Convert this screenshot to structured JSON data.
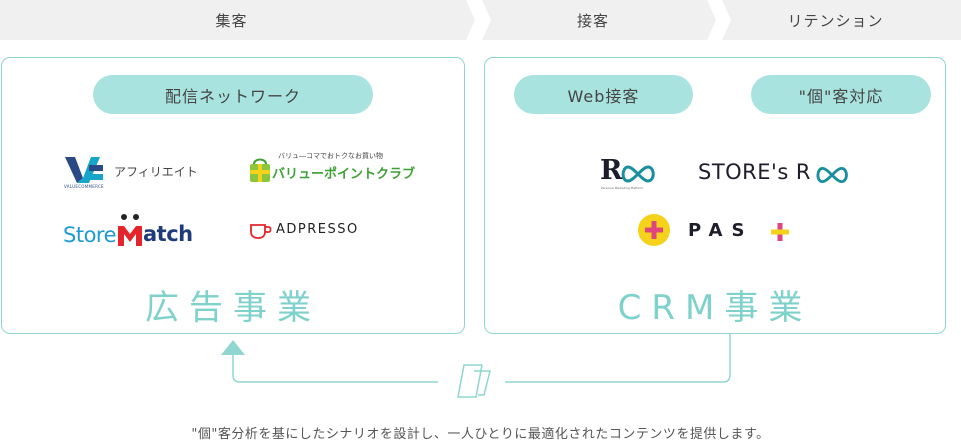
{
  "steps": [
    "集客",
    "接客",
    "リテンション"
  ],
  "ad_panel": {
    "category": "配信ネットワーク",
    "title": "広告事業",
    "logos": {
      "valuecommerce": {
        "mark_text": "VALUECOMMERCE",
        "text": "アフィリエイト"
      },
      "valuepoint": {
        "tagline": "バリュ―コマでおトクなお買い物",
        "text": "バリューポイントクラブ"
      },
      "storematch": {
        "text_a": "Store",
        "text_b": "atch"
      },
      "adpresso": {
        "text": "ADPRESSO"
      }
    }
  },
  "crm_panel": {
    "categories": [
      "Web接客",
      "\"個\"客対応"
    ],
    "title": "CRM事業",
    "logos": {
      "roo": {
        "text": "R",
        "sub": "Personal Marketing Platform"
      },
      "stores_roo": {
        "text": "STORE's R"
      },
      "pas": {
        "text": "PAS"
      }
    }
  },
  "caption": "\"個\"客分析を基にしたシナリオを設計し、一人ひとりに最適化されたコンテンツを提供します。",
  "colors": {
    "accent": "#8fd6d0",
    "pill": "#a9e3df",
    "title": "#7fd1cb",
    "step_bg": "#f0f0f0",
    "teal_dark": "#1a8fa0",
    "green": "#3da034",
    "pink": "#e0457b",
    "yellow": "#f5d31a"
  }
}
